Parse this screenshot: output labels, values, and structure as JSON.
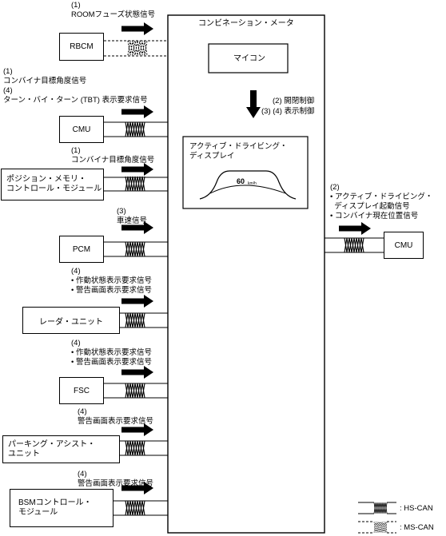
{
  "meter": {
    "title": "コンビネーション・メータ",
    "micon": "マイコン",
    "ctrl1": "(2) 開閉制御",
    "ctrl2": "(3) (4) 表示制御",
    "display_line1": "アクティブ・ドライビング・",
    "display_line2": "ディスプレイ",
    "speed_value": "60",
    "speed_unit": "km/h"
  },
  "modules": {
    "rbcm": "RBCM",
    "cmu1": "CMU",
    "pms_line1": "ポジション・メモリ・",
    "pms_line2": "コントロール・モジュール",
    "pcm": "PCM",
    "radar": "レーダ・ユニット",
    "fsc": "FSC",
    "parking_line1": "パーキング・アシスト・",
    "parking_line2": "ユニット",
    "bsm_line1": "BSMコントロール・",
    "bsm_line2": "モジュール",
    "cmu2": "CMU"
  },
  "signals": {
    "rbcm_num": "(1)",
    "rbcm_sig": "ROOMフューズ状態信号",
    "cmu_num1": "(1)",
    "cmu_sig1": "コンバイナ目標角度信号",
    "cmu_num2": "(4)",
    "cmu_sig2": "ターン・バイ・ターン (TBT) 表示要求信号",
    "pms_num": "(1)",
    "pms_sig": "コンバイナ目標角度信号",
    "pcm_num": "(3)",
    "pcm_sig": "車速信号",
    "radar_num": "(4)",
    "radar_sig1": "• 作動状態表示要求信号",
    "radar_sig2": "• 警告画面表示要求信号",
    "fsc_num": "(4)",
    "fsc_sig1": "• 作動状態表示要求信号",
    "fsc_sig2": "• 警告画面表示要求信号",
    "parking_num": "(4)",
    "parking_sig": "警告画面表示要求信号",
    "bsm_num": "(4)",
    "bsm_sig": "警告画面表示要求信号",
    "out_num": "(2)",
    "out_sig1": "• アクティブ・ドライビング・",
    "out_sig2": "  ディスプレイ起動信号",
    "out_sig3": "• コンバイナ現在位置信号"
  },
  "legend": {
    "hs_can": ": HS-CAN",
    "ms_can": ": MS-CAN"
  }
}
